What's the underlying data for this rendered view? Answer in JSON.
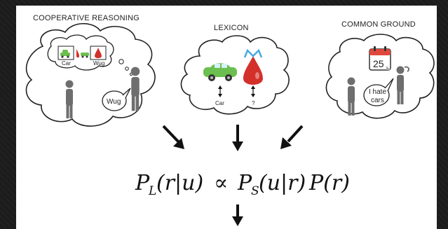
{
  "panels": {
    "cooperative": {
      "title": "COOPERATIVE REASONING",
      "card_left_label": "Car",
      "card_right_label": "Wug",
      "speech": "Wug"
    },
    "lexicon": {
      "title": "LEXICON",
      "car_label": "Car",
      "unknown_label": "?"
    },
    "common_ground": {
      "title": "COMMON GROUND",
      "calendar_day": "25",
      "speech_line1": "I hate",
      "speech_line2": "cars"
    }
  },
  "formula": {
    "lhs_main": "P",
    "lhs_sub": "L",
    "lhs_args": "(r|u)",
    "propto": "∝",
    "rhs1_main": "P",
    "rhs1_sub": "S",
    "rhs1_args": "(u|r)",
    "rhs2": "P(r)"
  },
  "colors": {
    "car_green": "#6bbf4e",
    "drop_red": "#d3302a",
    "ribbon_blue": "#4aa9e0",
    "person_gray": "#6e6e6e",
    "calendar_red": "#e0473c"
  }
}
